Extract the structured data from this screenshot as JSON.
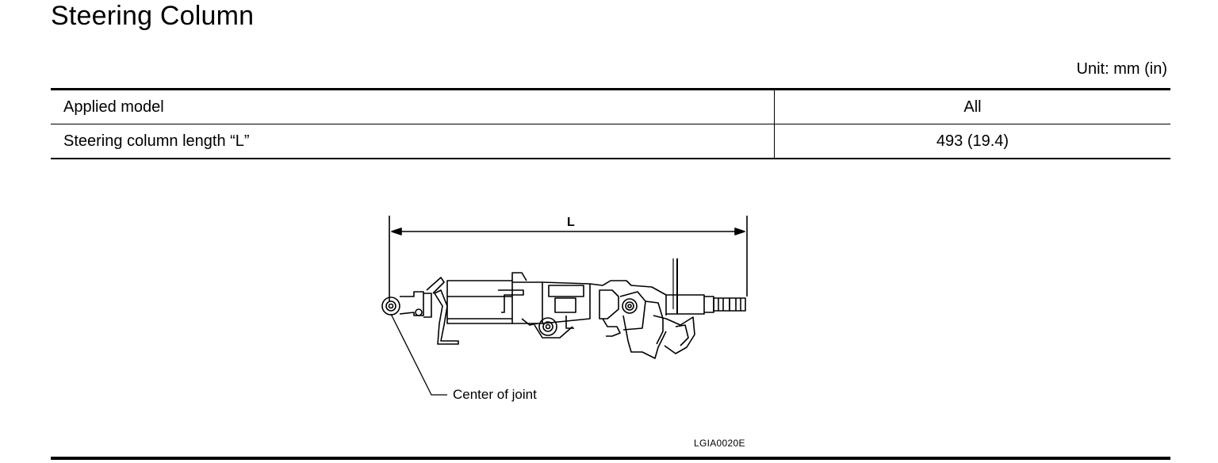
{
  "page": {
    "title": "Steering Column",
    "unit": "Unit: mm (in)"
  },
  "spec_table": {
    "rows": [
      {
        "label": "Applied model",
        "value": "All"
      },
      {
        "label": "Steering column length “L”",
        "value": "493 (19.4)"
      }
    ]
  },
  "figure": {
    "dimension_label": "L",
    "callout": "Center of joint",
    "code": "LGIA0020E"
  }
}
